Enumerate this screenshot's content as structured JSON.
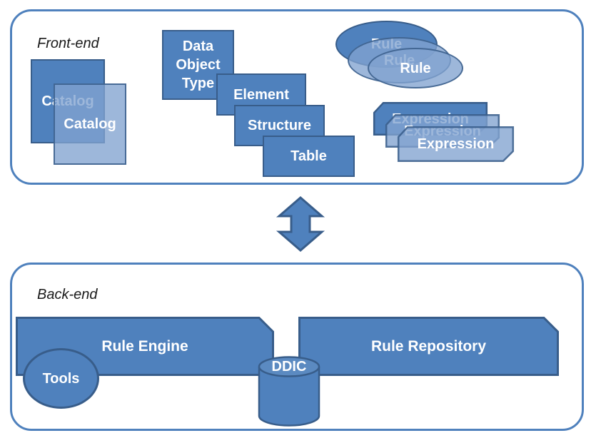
{
  "colors": {
    "shape_fill": "#4f81bd",
    "shape_stroke": "#385d8a",
    "overlay_fill": "rgba(130,163,207,0.78)",
    "panel_border": "#4f81bd",
    "label_text": "#ffffff"
  },
  "front_end": {
    "label": "Front-end",
    "catalogs": [
      "Catalog",
      "Catalog"
    ],
    "data_object_type": "Data Object Type",
    "element": "Element",
    "structure": "Structure",
    "table": "Table",
    "rules": [
      "Rule",
      "Rule",
      "Rule"
    ],
    "expressions": [
      "Expression",
      "Expression",
      "Expression"
    ]
  },
  "back_end": {
    "label": "Back-end",
    "rule_engine": "Rule Engine",
    "tools": "Tools",
    "ddic": "DDIC",
    "rule_repository": "Rule Repository"
  }
}
